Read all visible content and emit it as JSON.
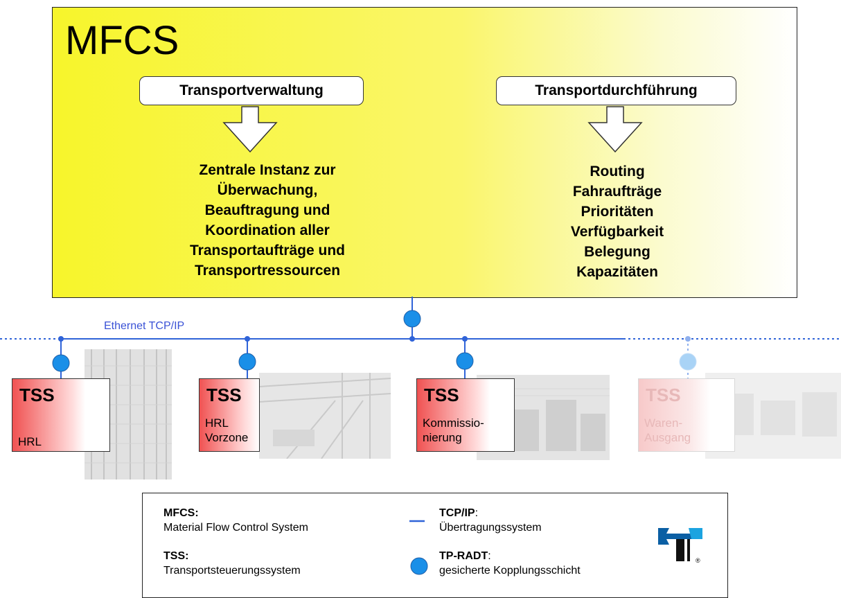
{
  "mfcs": {
    "title": "MFCS",
    "left_header": "Transportverwaltung",
    "right_header": "Transportdurchführung",
    "left_lines": [
      "Zentrale Instanz zur",
      "Überwachung,",
      "Beauftragung und",
      "Koordination aller",
      "Transportaufträge und",
      "Transportressourcen"
    ],
    "right_lines": [
      "Routing",
      "Fahraufträge",
      "Prioritäten",
      "Verfügbarkeit",
      "Belegung",
      "Kapazitäten"
    ]
  },
  "network": {
    "label": "Ethernet TCP/IP"
  },
  "tss_boxes": [
    {
      "title": "TSS",
      "sub": [
        "HRL"
      ]
    },
    {
      "title": "TSS",
      "sub": [
        "HRL",
        "Vorzone"
      ]
    },
    {
      "title": "TSS",
      "sub": [
        "Kommissio-",
        "nierung"
      ]
    },
    {
      "title": "TSS",
      "sub": [
        "Waren-",
        "Ausgang"
      ]
    }
  ],
  "legend": {
    "mfcs_term": "MFCS:",
    "mfcs_def": "Material Flow Control System",
    "tss_term": "TSS:",
    "tss_def": "Transportsteuerungssystem",
    "tcp_term": "TCP/IP",
    "tcp_colon": ":",
    "tcp_def": "Übertragungssystem",
    "radt_term": "TP-RADT",
    "radt_colon": ":",
    "radt_def": "gesicherte Kopplungsschicht",
    "logo_mark": "®"
  },
  "colors": {
    "mfcs_fill": "#f7f52b",
    "tss_fill": "#f05252",
    "bus_line": "#2f63d8",
    "coupling_dot": "#1a8fe8",
    "label_blue": "#3a52d6"
  }
}
